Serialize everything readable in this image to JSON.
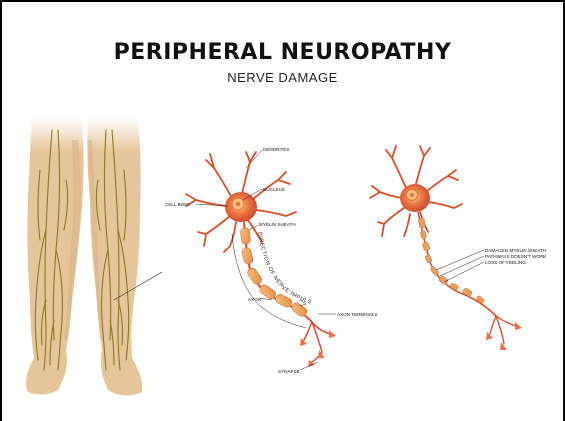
{
  "title": "PERIPHERAL NEUROPATHY",
  "subtitle": "NERVE DAMAGE",
  "labels": {
    "dendrites": "DENDRITES",
    "nucleus": "NUCLEUS",
    "cell_body": "CELL BODY",
    "myelin_sheath": "MYELIN SHEATH",
    "direction": "DIRECTION OF NERVE IMPULSE",
    "axon": "AXON",
    "axon_terminals": "AXON TERMINALS",
    "synapse": "SYNAPSE",
    "damaged_myelin": "DAMAGED MYELIN SHEATH",
    "pathways": "PATHWAYS DOESN'T WORK",
    "loss_feeling": "LOSS OF FEELING"
  },
  "colors": {
    "skin": "#e6c59a",
    "skin_shadow": "#cfa77a",
    "nerve": "#8a7a1e",
    "neuron": "#d8502b",
    "neuron_light": "#ef8a52",
    "nucleus": "#f6c07a",
    "myelin": "#f0a25a",
    "terminal": "#e8744a"
  }
}
